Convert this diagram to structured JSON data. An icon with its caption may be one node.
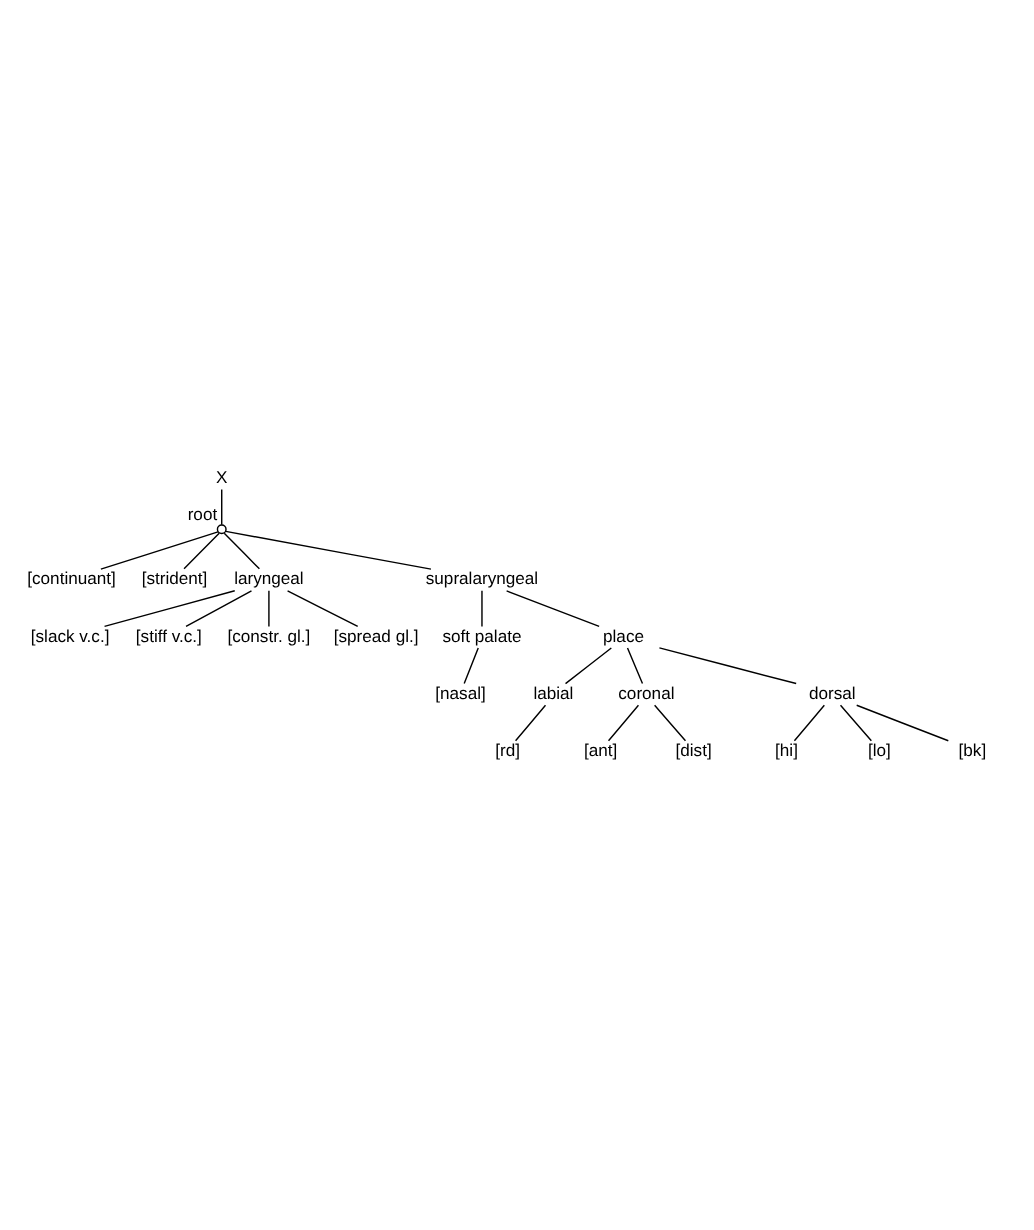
{
  "diagram": {
    "nodes": [
      {
        "text": [
          "X"
        ]
      },
      {
        "text": [],
        "shape": "circle",
        "beside": [
          "root"
        ]
      },
      {
        "text": [
          "[continuant]"
        ]
      },
      {
        "text": [
          "[strident]"
        ]
      },
      {
        "text": [
          "laryngeal"
        ]
      },
      {
        "text": [
          "[slack v.c.]"
        ]
      },
      {
        "text": [
          "[stiff v.c.]"
        ]
      },
      {
        "text": [
          "[constr. gl.]"
        ]
      },
      {
        "text": [
          "[spread gl.]"
        ]
      },
      {
        "text": [
          "supralaryngeal"
        ]
      },
      {
        "text": [
          "soft palate"
        ]
      },
      {
        "text": [
          "[nasal]"
        ]
      },
      {
        "text": [
          "place"
        ]
      },
      {
        "text": [
          "labial"
        ]
      },
      {
        "text": [
          "coronal"
        ]
      },
      {
        "text": [
          "dorsal"
        ]
      },
      {
        "text": [
          "[rd]"
        ]
      },
      {
        "text": [
          "[ant]"
        ]
      },
      {
        "text": [
          "[dist]"
        ]
      },
      {
        "text": [
          "[hi]"
        ]
      },
      {
        "text": [
          "[lo]"
        ]
      },
      {
        "text": [
          "[bk]"
        ]
      }
    ],
    "edges": [
      {
        "from": 0,
        "to": 1,
        "arrow": "none"
      },
      {
        "from": 1,
        "to": 2,
        "arrow": "none"
      },
      {
        "from": 1,
        "to": 3,
        "arrow": "none"
      },
      {
        "from": 1,
        "to": 4,
        "arrow": "none"
      },
      {
        "from": 1,
        "to": 9,
        "arrow": "none"
      },
      {
        "from": 4,
        "to": 5,
        "arrow": "none"
      },
      {
        "from": 4,
        "to": 6,
        "arrow": "none"
      },
      {
        "from": 4,
        "to": 7,
        "arrow": "none"
      },
      {
        "from": 4,
        "to": 8,
        "arrow": "none"
      },
      {
        "from": 9,
        "to": 10,
        "arrow": "none"
      },
      {
        "from": 9,
        "to": 12,
        "arrow": "none"
      },
      {
        "from": 10,
        "to": 11,
        "arrow": "none"
      },
      {
        "from": 12,
        "to": 13,
        "arrow": "none"
      },
      {
        "from": 12,
        "to": 14,
        "arrow": "none"
      },
      {
        "from": 12,
        "to": 15,
        "arrow": "none"
      },
      {
        "from": 13,
        "to": 16,
        "arrow": "none"
      },
      {
        "from": 14,
        "to": 17,
        "arrow": "none"
      },
      {
        "from": 14,
        "to": 18,
        "arrow": "none"
      },
      {
        "from": 15,
        "to": 19,
        "arrow": "none"
      },
      {
        "from": 15,
        "to": 20,
        "arrow": "none"
      },
      {
        "from": 15,
        "to": 21,
        "arrow": "none"
      }
    ]
  }
}
